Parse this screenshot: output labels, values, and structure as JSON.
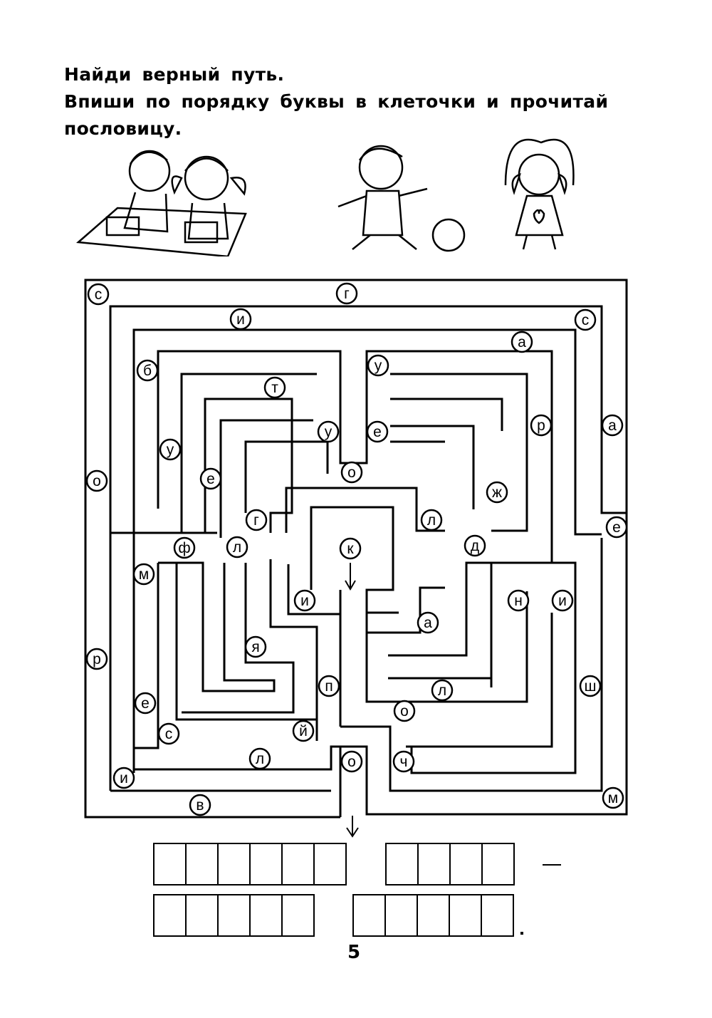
{
  "instructions": {
    "line1": "Найди верный путь.",
    "line2": "Впиши по порядку буквы в клеточки и прочитай",
    "line3": "пословицу."
  },
  "maze": {
    "letters": [
      "с",
      "г",
      "и",
      "с",
      "а",
      "б",
      "у",
      "т",
      "у",
      "е",
      "р",
      "а",
      "у",
      "е",
      "о",
      "о",
      "ж",
      "г",
      "л",
      "е",
      "ф",
      "л",
      "к",
      "д",
      "м",
      "н",
      "и",
      "и",
      "а",
      "я",
      "р",
      "п",
      "ш",
      "л",
      "е",
      "о",
      "с",
      "й",
      "л",
      "о",
      "ч",
      "и",
      "м",
      "в"
    ]
  },
  "answer": {
    "row1_groups": [
      6,
      4
    ],
    "row2_groups": [
      5,
      5
    ]
  },
  "page_number": "5"
}
